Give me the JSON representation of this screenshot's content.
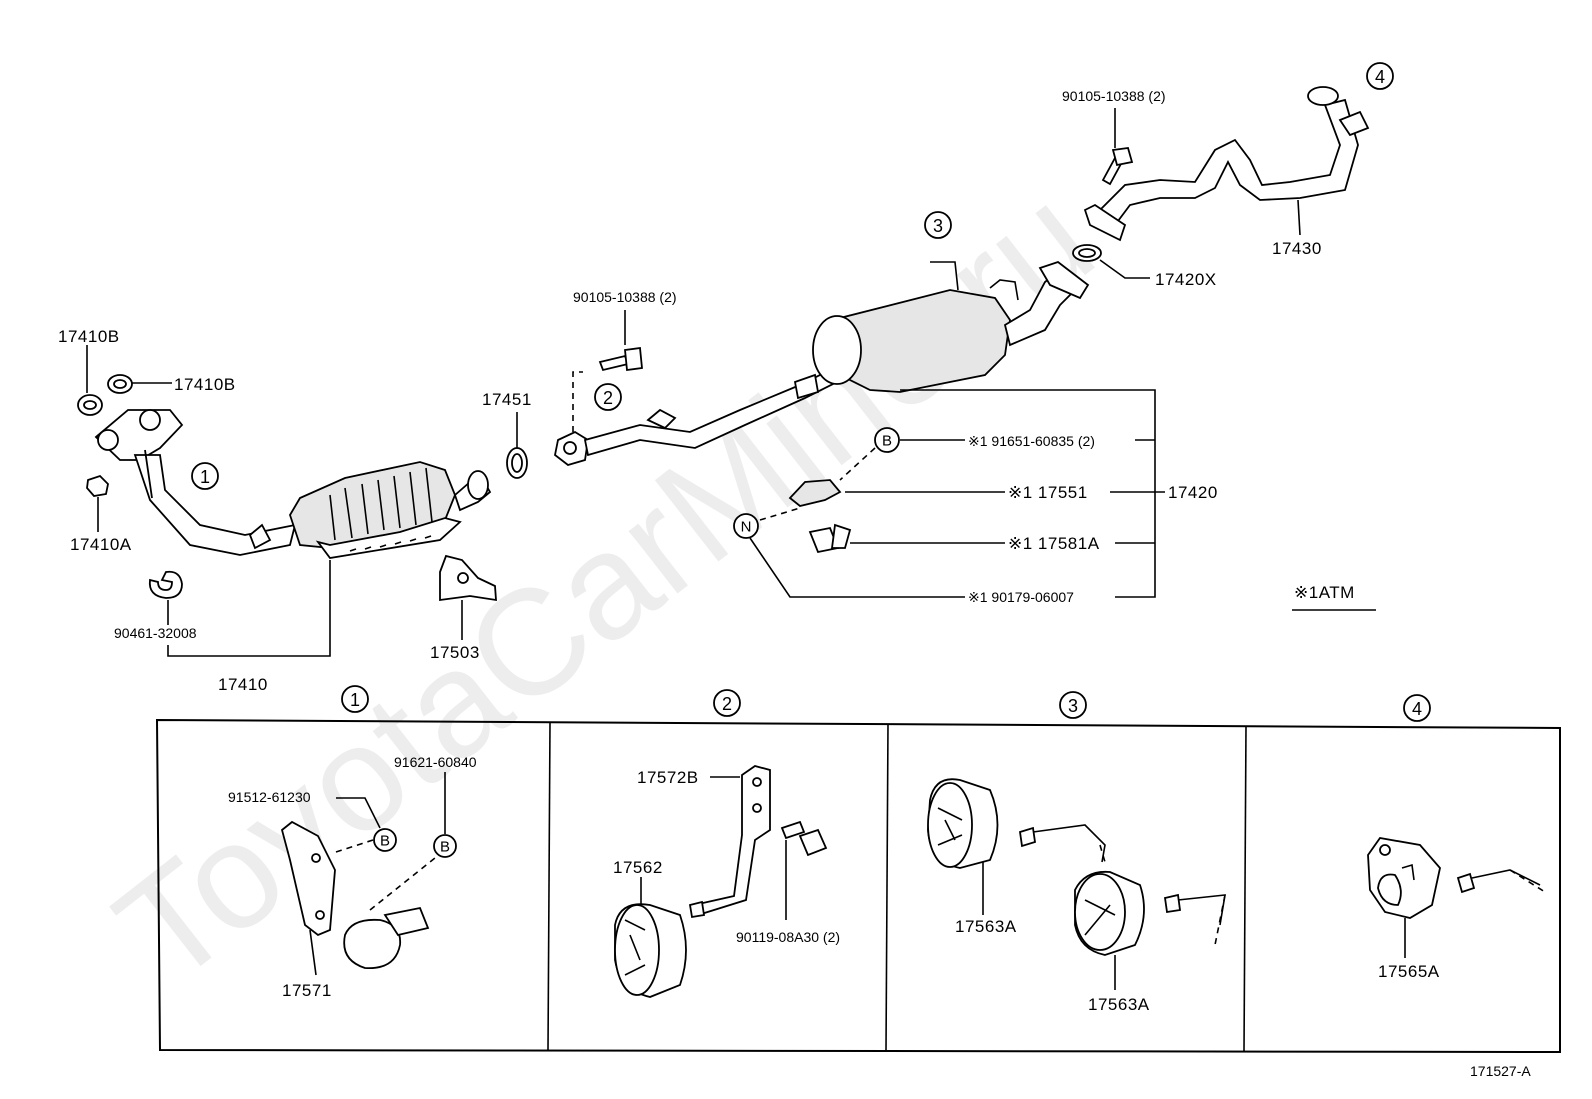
{
  "watermark": "ToyotaCarMine.ru",
  "diagram_code": "171527-A",
  "atm_note": "※1ATM",
  "callouts": {
    "c1": "1",
    "c2": "2",
    "c3": "3",
    "c4": "4",
    "b": "B",
    "n": "N"
  },
  "parts": {
    "p17410B_a": "17410B",
    "p17410B_b": "17410B",
    "p17410A": "17410A",
    "p90461": "90461-32008",
    "p17410": "17410",
    "p17503": "17503",
    "p17451": "17451",
    "p90105_mid": "90105-10388 (2)",
    "p90105_top": "90105-10388 (2)",
    "p17430": "17430",
    "p17420X": "17420X",
    "p91651": "※1 91651-60835 (2)",
    "p17551": "※1 17551",
    "p17581A": "※1 17581A",
    "p90179": "※1 90179-06007",
    "p17420": "17420"
  },
  "detail_panels": {
    "d1": {
      "callout": "1",
      "labels": [
        "91621-60840",
        "91512-61230",
        "17571"
      ]
    },
    "d2": {
      "callout": "2",
      "labels": [
        "17572B",
        "17562",
        "90119-08A30 (2)"
      ]
    },
    "d3": {
      "callout": "3",
      "labels": [
        "17563A",
        "17563A"
      ]
    },
    "d4": {
      "callout": "4",
      "labels": [
        "17565A"
      ]
    }
  }
}
